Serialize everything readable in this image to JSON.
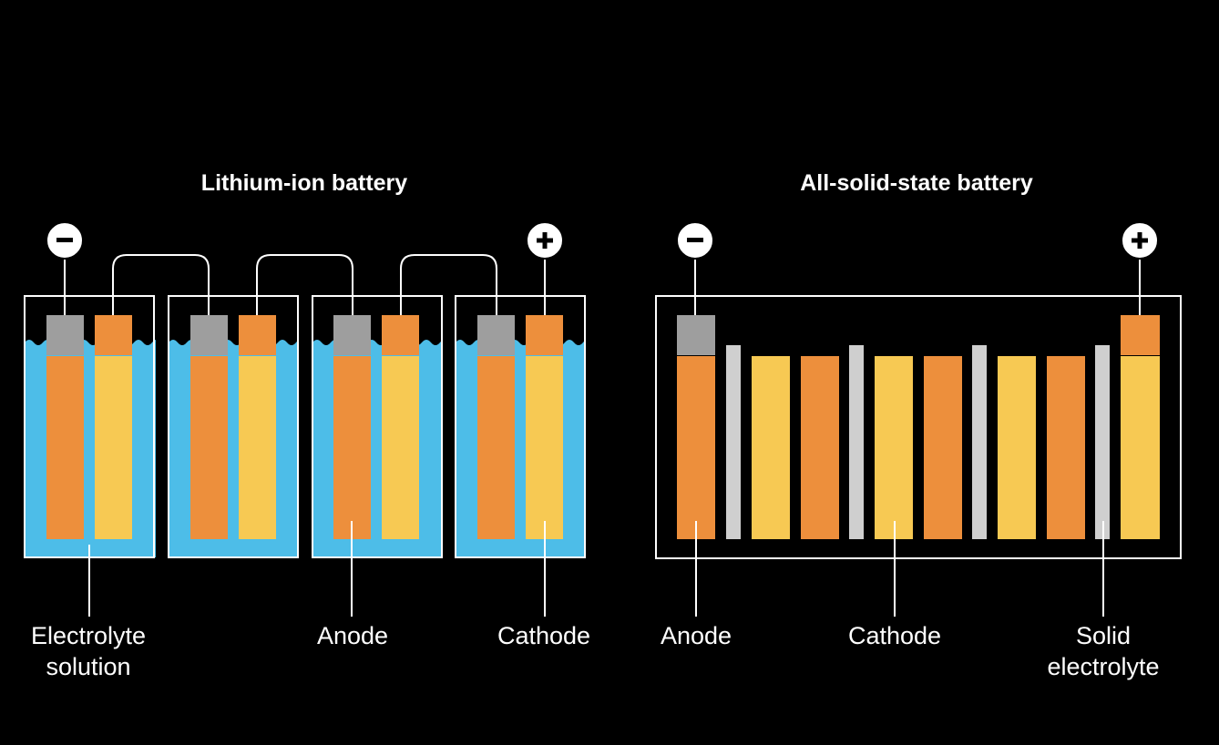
{
  "colors": {
    "background": "#000000",
    "anode": "#ed8f3c",
    "cathode": "#f7c953",
    "electrolyte_liquid": "#4dbde8",
    "terminal_cap": "#9e9e9e",
    "solid_electrolyte": "#cfcfcf",
    "line": "#ffffff"
  },
  "lithium_ion": {
    "title": "Lithium-ion battery",
    "negative_sign": "−",
    "positive_sign": "+",
    "labels": {
      "electrolyte_line1": "Electrolyte",
      "electrolyte_line2": "solution",
      "anode": "Anode",
      "cathode": "Cathode"
    }
  },
  "solid_state": {
    "title": "All-solid-state battery",
    "negative_sign": "−",
    "positive_sign": "+",
    "labels": {
      "anode": "Anode",
      "cathode": "Cathode",
      "solid_line1": "Solid",
      "solid_line2": "electrolyte"
    }
  }
}
